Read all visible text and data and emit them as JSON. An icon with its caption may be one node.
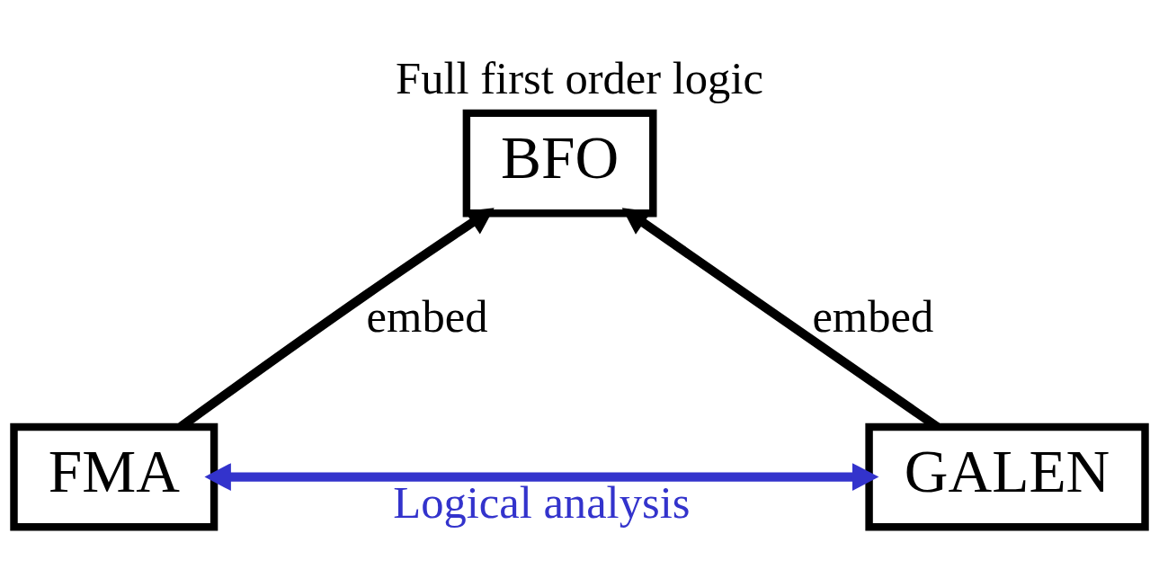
{
  "diagram": {
    "title": "Full first order logic",
    "nodes": [
      {
        "text": [
          "BFO"
        ]
      },
      {
        "text": [
          "FMA"
        ]
      },
      {
        "text": [
          "GALEN"
        ]
      }
    ],
    "edges": [
      {
        "from": 1,
        "to": 0,
        "arrow": "to",
        "label": "embed"
      },
      {
        "from": 2,
        "to": 0,
        "arrow": "to",
        "label": "embed"
      },
      {
        "from": 1,
        "to": 2,
        "arrow": "both",
        "label": "Logical analysis",
        "color": "#3333cc"
      }
    ]
  }
}
